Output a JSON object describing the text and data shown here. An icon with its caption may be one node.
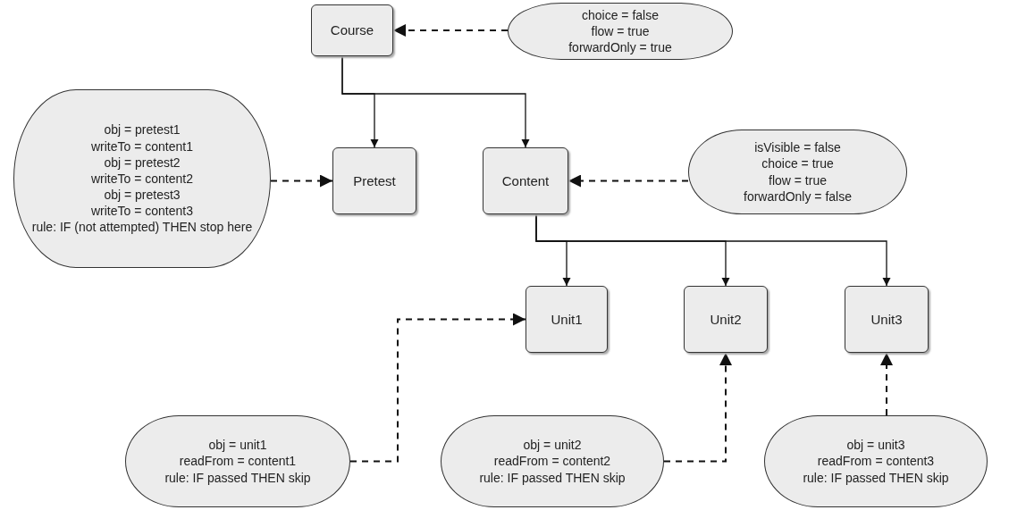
{
  "diagram": {
    "nodes": [
      {
        "text": [
          "Course"
        ]
      },
      {
        "text": [
          "choice = false",
          "flow = true",
          "forwardOnly = true"
        ]
      },
      {
        "text": [
          "obj = pretest1",
          "writeTo = content1",
          "obj = pretest2",
          "writeTo = content2",
          "obj = pretest3",
          "writeTo = content3",
          "rule: IF (not attempted) THEN stop here"
        ]
      },
      {
        "text": [
          "Pretest"
        ]
      },
      {
        "text": [
          "Content"
        ]
      },
      {
        "text": [
          "isVisible = false",
          "choice = true",
          "flow = true",
          "forwardOnly = false"
        ]
      },
      {
        "text": [
          "Unit1"
        ]
      },
      {
        "text": [
          "Unit2"
        ]
      },
      {
        "text": [
          "Unit3"
        ]
      },
      {
        "text": [
          "obj = unit1",
          "readFrom = content1",
          "rule: IF passed THEN skip"
        ]
      },
      {
        "text": [
          "obj = unit2",
          "readFrom = content2",
          "rule: IF passed THEN skip"
        ]
      },
      {
        "text": [
          "obj = unit3",
          "readFrom = content3",
          "rule: IF passed THEN skip"
        ]
      }
    ],
    "edges": [
      {
        "from": 0,
        "to": 3,
        "arrow": "to"
      },
      {
        "from": 0,
        "to": 4,
        "arrow": "to"
      },
      {
        "from": 1,
        "to": 0,
        "arrow": "to",
        "style": "dashed"
      },
      {
        "from": 2,
        "to": 3,
        "arrow": "to",
        "style": "dashed"
      },
      {
        "from": 5,
        "to": 4,
        "arrow": "to",
        "style": "dashed"
      },
      {
        "from": 4,
        "to": 6,
        "arrow": "to"
      },
      {
        "from": 4,
        "to": 7,
        "arrow": "to"
      },
      {
        "from": 4,
        "to": 8,
        "arrow": "to"
      },
      {
        "from": 9,
        "to": 6,
        "arrow": "to",
        "style": "dashed"
      },
      {
        "from": 10,
        "to": 7,
        "arrow": "to",
        "style": "dashed"
      },
      {
        "from": 11,
        "to": 8,
        "arrow": "to",
        "style": "dashed"
      }
    ]
  }
}
